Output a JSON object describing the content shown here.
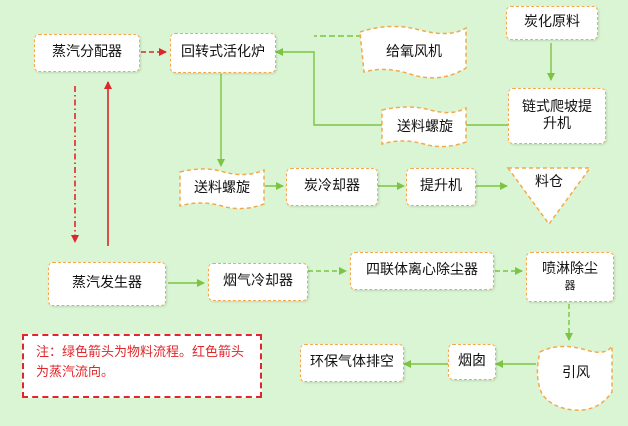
{
  "nodes": {
    "steam_distributor": "蒸汽分配器",
    "rotary_kiln": "回转式活化炉",
    "oxygen_fan": "给氧风机",
    "carbon_raw": "炭化原料",
    "chain_elevator": "链式爬坡提升机",
    "feed_screw_top": "送料螺旋",
    "feed_screw": "送料螺旋",
    "carbon_cooler": "炭冷却器",
    "elevator": "提升机",
    "silo": "料仓",
    "steam_generator": "蒸汽发生器",
    "flue_cooler": "烟气冷却器",
    "cyclone": "四联体离心除尘器",
    "spray_dust_line1": "喷淋除尘",
    "spray_dust_line2": "器",
    "induced_fan": "引风",
    "chimney": "烟囱",
    "exhaust": "环保气体排空"
  },
  "note": "注：绿色箭头为物料流程。红色箭头为蒸汽流向。",
  "colors": {
    "background": "#d9f5d3",
    "node_border": "#f4a94a",
    "material_arrow": "#7cc443",
    "steam_arrow": "#e0262a"
  }
}
